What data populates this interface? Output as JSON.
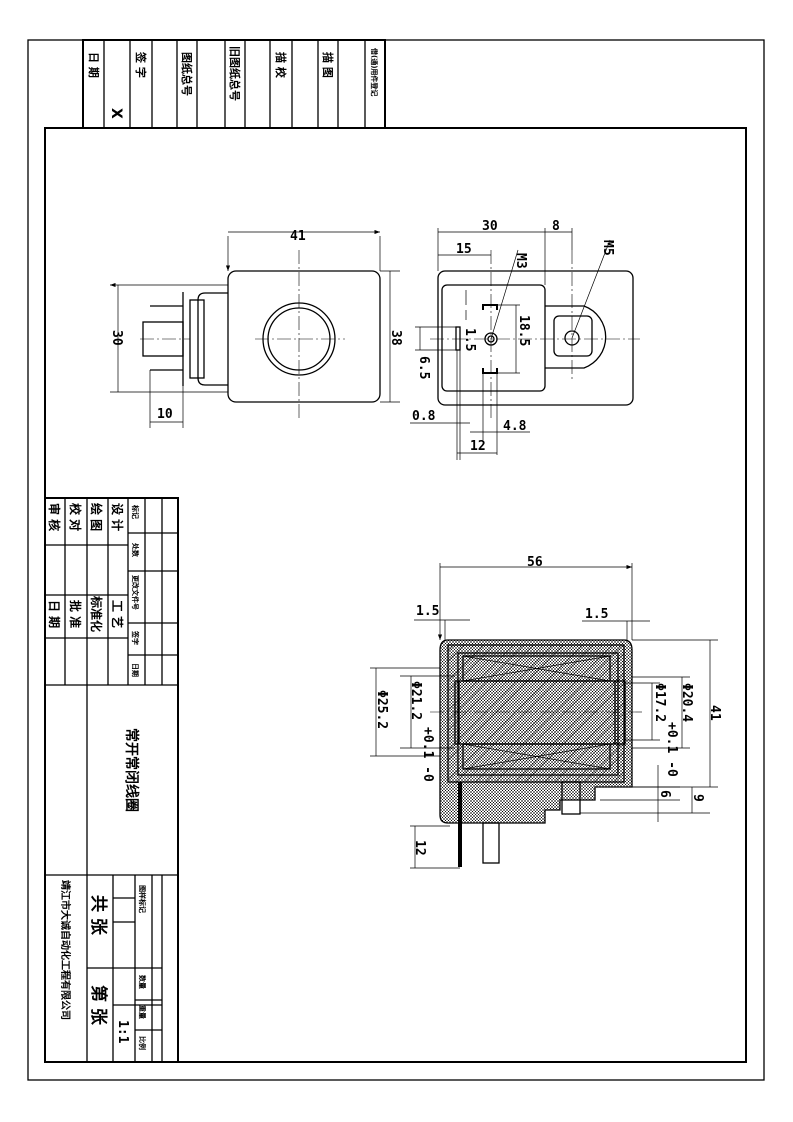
{
  "stamp_block": {
    "date": "日 期",
    "x_mark": "X",
    "signature": "签 字",
    "drawing_total_no": "图纸总号",
    "old_drawing_total_no": "旧图纸总号",
    "trace_check": "描 校",
    "trace": "描 图",
    "borrowed_register": "借(通)用件登记"
  },
  "title_block": {
    "reviewer": "审 核",
    "checker": "校 对",
    "drafter": "绘 图",
    "designer": "设 计",
    "date": "日 期",
    "approver": "批 准",
    "standardization": "标准化",
    "process": "工 艺",
    "rev_mark": "标记",
    "rev_count": "处数",
    "rev_doc_no": "更改文件号",
    "rev_sign": "签字",
    "rev_date": "日期",
    "drawing_title": "常开常闭线圈",
    "company": "靖江市大诚自动化工程有限公司",
    "total_sheets": "共  张",
    "sheet_no": "第  张",
    "pattern_mark": "图样标记",
    "quantity": "数量",
    "weight": "重量",
    "scale_label": "比例",
    "scale": "1:1"
  },
  "front_view": {
    "width": "41",
    "height": "30",
    "height_right": "38",
    "pin_length": "10"
  },
  "side_view": {
    "d30": "30",
    "d8": "8",
    "d15": "15",
    "m3": "M3",
    "m5": "M5",
    "d18_5": "18.5",
    "d1_5": "1.5",
    "d6_5": "6.5",
    "d0_8": "0.8",
    "d4_8": "4.8",
    "d12": "12"
  },
  "section_view": {
    "length": "56",
    "wall_left": "1.5",
    "wall_right": "1.5",
    "outer_dia": "Φ25.2",
    "bore_left": "Φ21.2",
    "bore_left_tol": "+0.1 -0",
    "bore_right": "Φ17.2",
    "bore_right_tol": "+0.1 -0",
    "dia_right": "Φ20.4",
    "height": "41",
    "d6": "6",
    "d9": "9",
    "d12": "12"
  }
}
